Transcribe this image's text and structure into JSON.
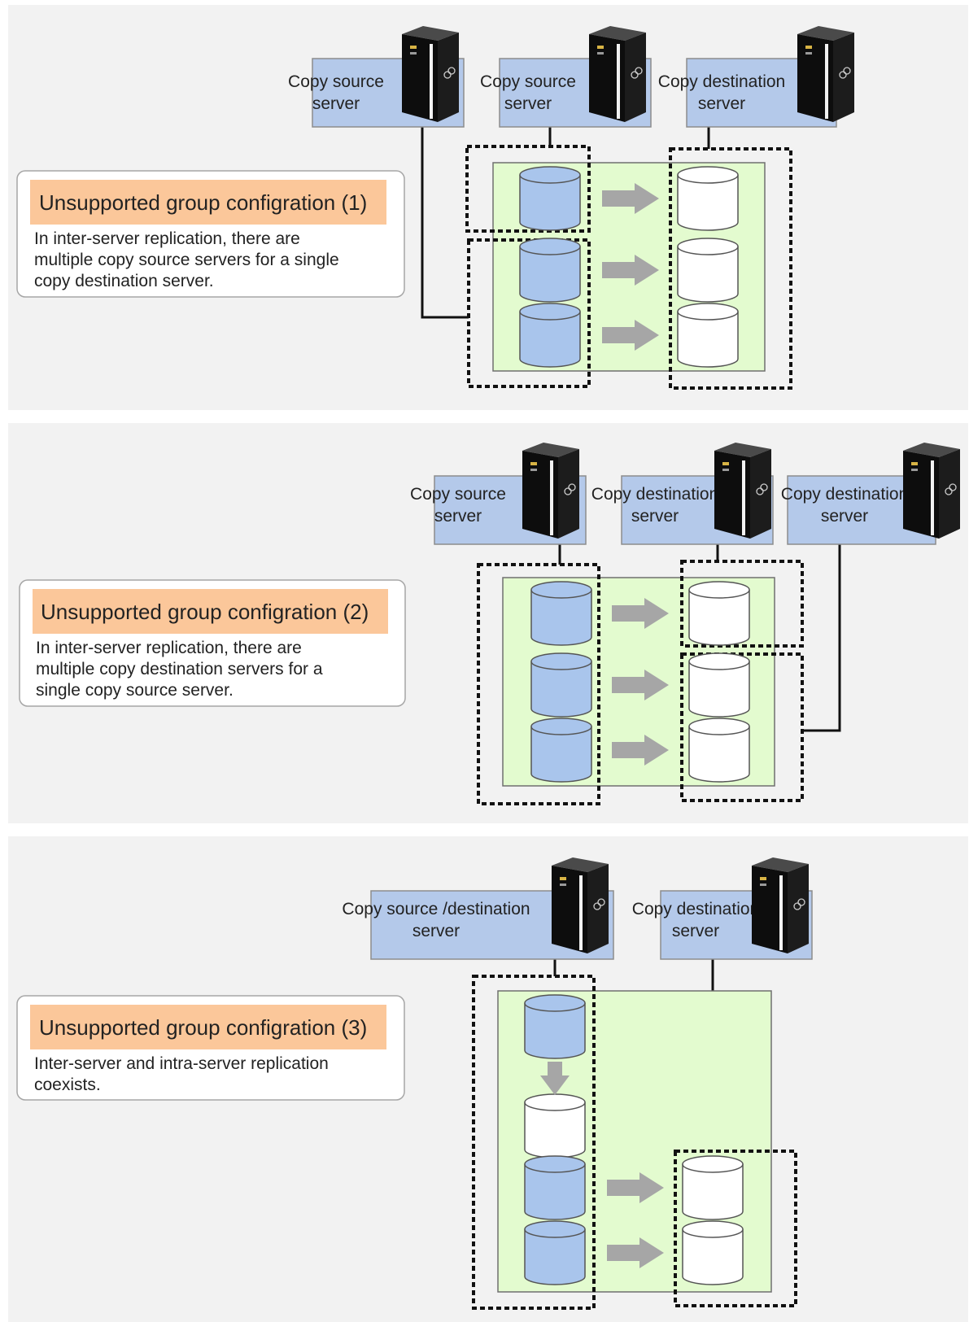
{
  "panels": [
    {
      "title": "Unsupported group configration (1)",
      "description": [
        "In inter-server replication, there are",
        "multiple copy source servers for a single",
        "copy destination server."
      ],
      "servers": [
        {
          "label": [
            "Copy source",
            "server"
          ]
        },
        {
          "label": [
            "Copy source",
            "server"
          ]
        },
        {
          "label": [
            "Copy destination",
            "server"
          ]
        }
      ]
    },
    {
      "title": "Unsupported group configration (2)",
      "description": [
        "In inter-server replication, there are",
        "multiple copy destination servers for a",
        "single copy source server."
      ],
      "servers": [
        {
          "label": [
            "Copy source",
            "server"
          ]
        },
        {
          "label": [
            "Copy destination",
            "server"
          ]
        },
        {
          "label": [
            "Copy destination",
            "server"
          ]
        }
      ]
    },
    {
      "title": "Unsupported group configration (3)",
      "description": [
        "Inter-server and intra-server replication",
        "coexists."
      ],
      "servers": [
        {
          "label": [
            "Copy source /destination",
            "server"
          ]
        },
        {
          "label": [
            "Copy destination",
            "server"
          ]
        }
      ]
    }
  ],
  "colors": {
    "source_volume": "#a9c5ec",
    "destination_volume": "#ffffff",
    "storage_area": "#e3fbcf",
    "title_highlight": "#fbc79a",
    "server_box": "#b4c9ea",
    "panel_background": "#f2f2f2"
  },
  "icons": [
    "server-tower-icon",
    "disk-volume-icon",
    "copy-arrow-icon"
  ]
}
